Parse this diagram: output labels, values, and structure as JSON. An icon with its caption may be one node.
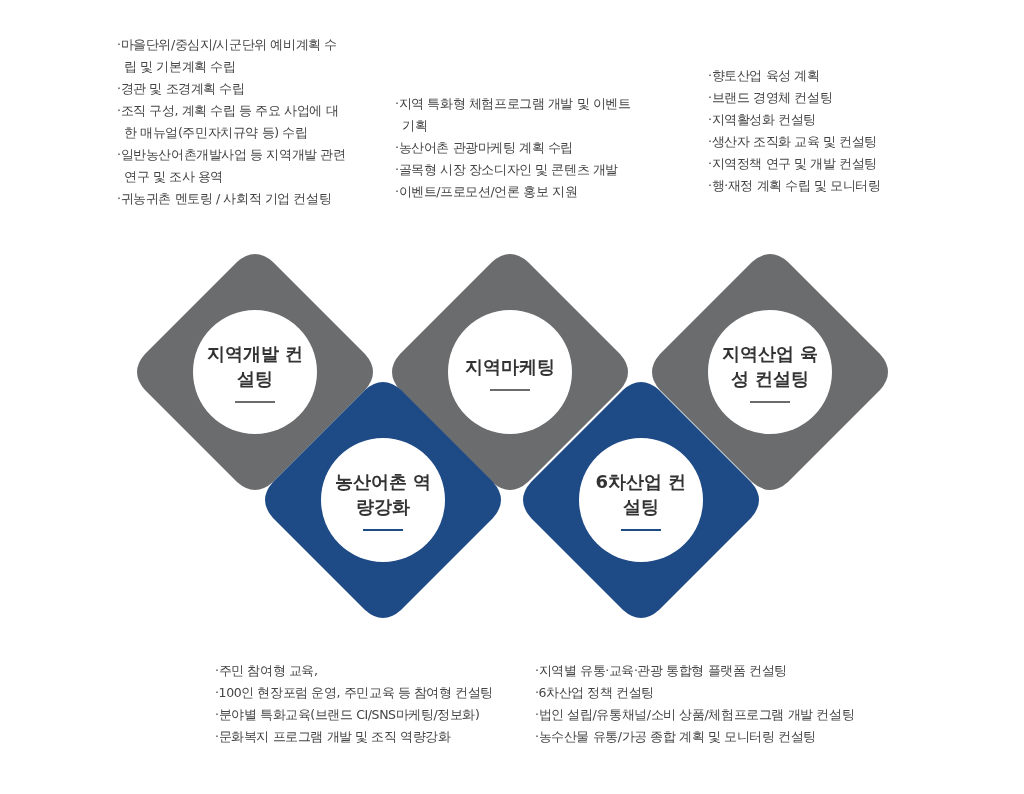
{
  "diagram": {
    "nodes": [
      {
        "text": [
          "지역개발 컨설팅"
        ],
        "beside": [
          "·마을단위/중심지/시군단위 예비계획 수립 및 기본계획 수립",
          "·경관 및 조경계획 수립",
          "·조직 구성, 계획 수립 등 주요 사업에 대한 매뉴얼(주민자치규약 등) 수립",
          "·일반농산어촌개발사업 등 지역개발 관련 연구 및 조사 용역",
          "·귀농귀촌 멘토링 / 사회적 기업 컨설팅"
        ]
      },
      {
        "text": [
          "지역마케팅"
        ],
        "beside": [
          "·지역 특화형 체험프로그램 개발 및 이벤트 기획",
          "·농산어촌 관광마케팅 계획 수립",
          "·골목형 시장 장소디자인 및 콘텐츠 개발",
          "·이벤트/프로모션/언론 홍보 지원"
        ]
      },
      {
        "text": [
          "지역산업 육성 컨설팅"
        ],
        "beside": [
          "·향토산업 육성 계획",
          "·브랜드 경영체 컨설팅",
          "·지역활성화 컨설팅",
          "·생산자 조직화 교육 및 컨설팅",
          "·지역정책 연구 및 개발 컨설팅",
          "·행·재정 계획 수립 및 모니터링"
        ]
      },
      {
        "text": [
          "농산어촌 역량강화"
        ],
        "beside": [
          "·주민 참여형 교육,",
          "·100인 현장포럼 운영, 주민교육 등 참여형 컨설팅",
          "·분야별 특화교육(브랜드 CI/SNS마케팅/정보화)",
          "·문화복지 프로그램 개발 및 조직 역량강화"
        ]
      },
      {
        "text": [
          "6차산업 컨설팅"
        ],
        "beside": [
          "·지역별 유통·교육·관광 통합형 플랫폼 컨설팅",
          "·6차산업 정책 컨설팅",
          "·법인 설립/유통채널/소비 상품/체험프로그램 개발 컨설팅",
          "·농수산물 유통/가공 종합 계획 및 모니터링 컨설팅"
        ]
      }
    ]
  }
}
